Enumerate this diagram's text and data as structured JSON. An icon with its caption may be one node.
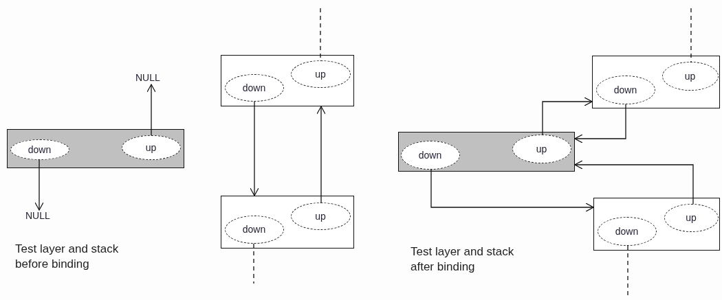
{
  "diagram": {
    "nodes": [
      {
        "text": [],
        "shape": "box"
      },
      {
        "text": [
          "down"
        ],
        "in": 0
      },
      {
        "text": [
          "up"
        ],
        "in": 0
      },
      {
        "text": [
          "NULL"
        ]
      },
      {
        "text": [
          "NULL"
        ]
      },
      {
        "text": [],
        "shape": "box"
      },
      {
        "text": [
          "down"
        ],
        "in": 5
      },
      {
        "text": [
          "up"
        ],
        "in": 5
      },
      {
        "text": [],
        "shape": "box"
      },
      {
        "text": [
          "down"
        ],
        "in": 8
      },
      {
        "text": [
          "up"
        ],
        "in": 8
      },
      {
        "text": [],
        "shape": "box"
      },
      {
        "text": [
          "down"
        ],
        "in": 11
      },
      {
        "text": [
          "up"
        ],
        "in": 11
      },
      {
        "text": [],
        "shape": "box"
      },
      {
        "text": [
          "down"
        ],
        "in": 14
      },
      {
        "text": [
          "up"
        ],
        "in": 14
      },
      {
        "text": [],
        "shape": "box"
      },
      {
        "text": [
          "down"
        ],
        "in": 17
      },
      {
        "text": [
          "up"
        ],
        "in": 17
      }
    ],
    "edges": [
      {
        "from": 2,
        "to": 3,
        "arrow": "to"
      },
      {
        "from": 1,
        "to": 4,
        "arrow": "to"
      },
      {
        "from": null,
        "to": 7,
        "arrow": "none",
        "style": "dashed"
      },
      {
        "from": 6,
        "to": 8,
        "arrow": "to"
      },
      {
        "from": 10,
        "to": 5,
        "arrow": "to"
      },
      {
        "from": 9,
        "to": null,
        "arrow": "none",
        "style": "dashed"
      },
      {
        "from": 13,
        "to": 14,
        "arrow": "to"
      },
      {
        "from": 15,
        "to": 11,
        "arrow": "to"
      },
      {
        "from": 19,
        "to": 11,
        "arrow": "to"
      },
      {
        "from": 12,
        "to": 17,
        "arrow": "to"
      },
      {
        "from": null,
        "to": 16,
        "arrow": "none",
        "style": "dashed"
      },
      {
        "from": 18,
        "to": null,
        "arrow": "none",
        "style": "dashed"
      }
    ],
    "labels": [
      "Test layer and stack before binding",
      "Test layer and stack after binding"
    ]
  }
}
